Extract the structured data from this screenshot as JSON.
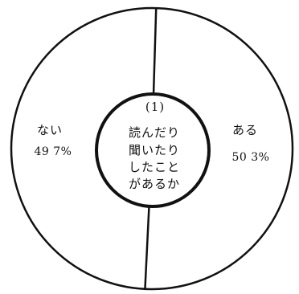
{
  "chart_data": {
    "type": "pie",
    "title": "",
    "center_label": {
      "number": "(1)",
      "lines": [
        "読んだり",
        "聞いたり",
        "したこと",
        "があるか"
      ]
    },
    "slices": [
      {
        "label": "ある",
        "value": 50.3,
        "value_text": "50 3%"
      },
      {
        "label": "ない",
        "value": 49.7,
        "value_text": "49 7%"
      }
    ],
    "colors": {
      "line": "#111111",
      "fill": "#ffffff"
    }
  }
}
